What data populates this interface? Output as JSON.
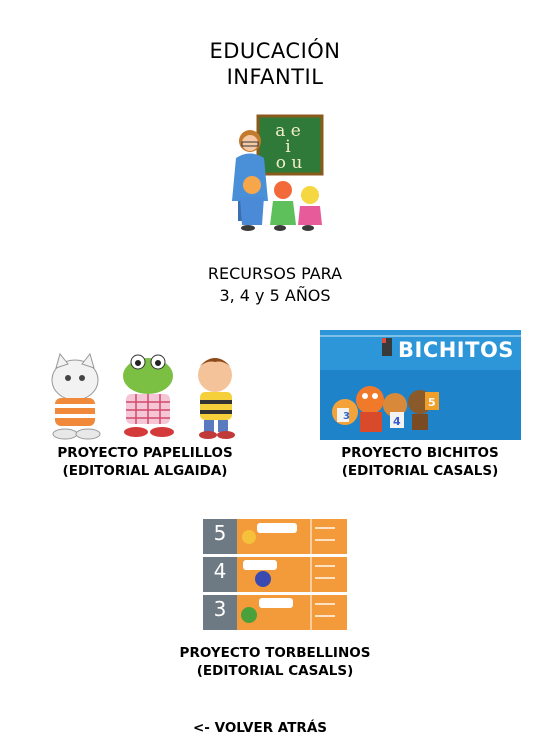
{
  "header": {
    "title_line1": "EDUCACIÓN",
    "title_line2": "INFANTIL"
  },
  "resources": {
    "line1": "RECURSOS PARA",
    "line2": "3, 4 y 5 AÑOS"
  },
  "projects": [
    {
      "name": "PROYECTO PAPELILLOS",
      "publisher": "(EDITORIAL ALGAIDA)"
    },
    {
      "name": "PROYECTO BICHITOS",
      "publisher": "(EDITORIAL CASALS)",
      "banner_text": "BICHITOS"
    },
    {
      "name": "PROYECTO TORBELLINOS",
      "publisher": "(EDITORIAL CASALS)",
      "ages": [
        "5",
        "4",
        "3"
      ]
    }
  ],
  "clipart": {
    "chalkboard": [
      "a e",
      "i",
      "o u"
    ]
  },
  "nav": {
    "back_label": "<- VOLVER ATRÁS"
  },
  "colors": {
    "chalkboard": "#2f7a38",
    "bichitos_bg": "#1f83c9",
    "torbellinos_orange": "#f39a3a",
    "torbellinos_gray": "#6e7a83"
  }
}
